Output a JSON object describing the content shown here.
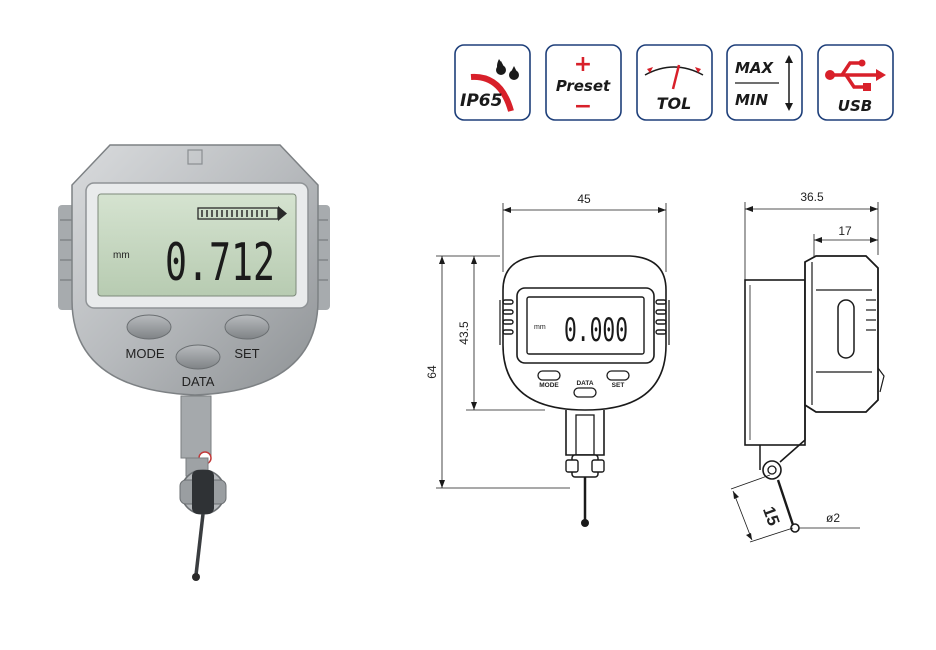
{
  "feature_icons": [
    {
      "name": "ip65-icon",
      "label": "IP65"
    },
    {
      "name": "preset-icon",
      "label": "Preset",
      "plus": "+",
      "minus": "−"
    },
    {
      "name": "tol-icon",
      "label": "TOL"
    },
    {
      "name": "max-min-icon",
      "max_label": "MAX",
      "min_label": "MIN"
    },
    {
      "name": "usb-icon",
      "label": "USB"
    }
  ],
  "photo": {
    "unit": "mm",
    "reading": "0.712",
    "buttons": {
      "mode": "MODE",
      "set": "SET",
      "data": "DATA"
    }
  },
  "front_drawing": {
    "unit": "mm",
    "reading": "0.000",
    "buttons": {
      "mode": "MODE",
      "data": "DATA",
      "set": "SET"
    },
    "dims": {
      "width": "45",
      "body_height": "43.5",
      "total_height": "64"
    }
  },
  "side_drawing": {
    "dims": {
      "depth": "36.5",
      "body_depth": "17",
      "lever": "15",
      "tip": "ø2"
    }
  },
  "colors": {
    "accent_red": "#d8202a",
    "icon_border": "#1e3f7a",
    "lcd_green": "#c9dcc4",
    "body_gray": "#b9bcbf"
  }
}
